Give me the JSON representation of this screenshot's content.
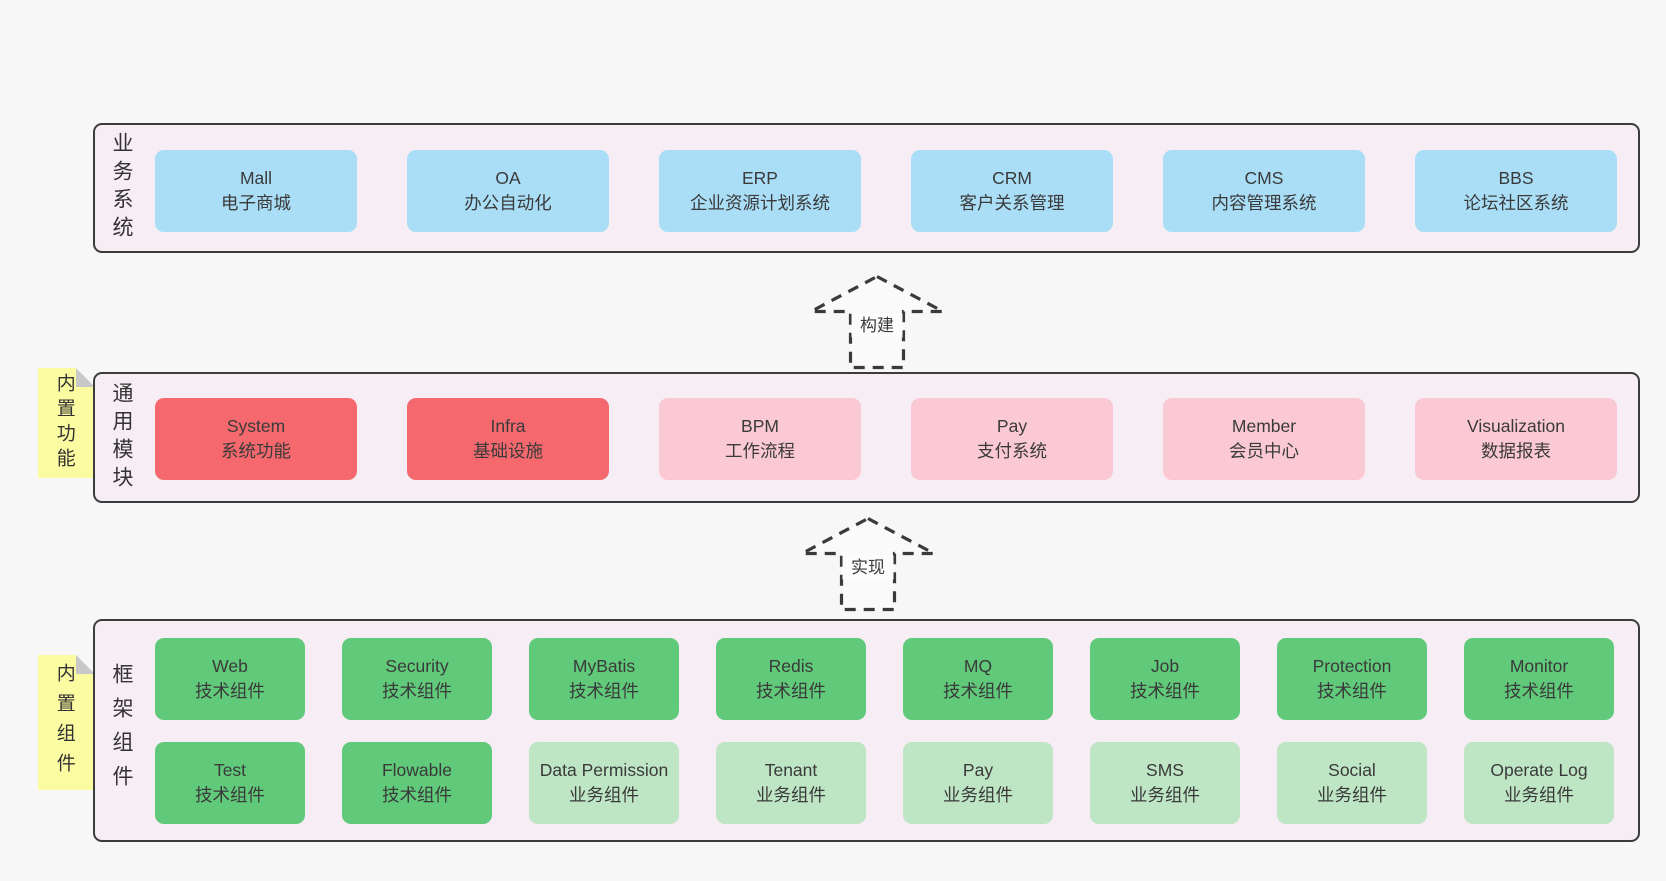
{
  "canvas": {
    "bg": "#f7f7f7",
    "text": "#3a3a3a"
  },
  "colors": {
    "panel_bg": "#f7edf5",
    "panel_border": "#3c3c3c",
    "blue_box": "#aadef7",
    "red_box": "#f5696e",
    "pink_box": "#fbc9d3",
    "green_box": "#60c97a",
    "light_green_box": "#bee5c4",
    "tag_bg": "#fbfba2",
    "tag_fold": "#c8c8c8"
  },
  "arrows": {
    "build": "构建",
    "implement": "实现"
  },
  "sections": {
    "business": {
      "label": "业务系统",
      "boxes": [
        {
          "en": "Mall",
          "zh": "电子商城"
        },
        {
          "en": "OA",
          "zh": "办公自动化"
        },
        {
          "en": "ERP",
          "zh": "企业资源计划系统"
        },
        {
          "en": "CRM",
          "zh": "客户关系管理"
        },
        {
          "en": "CMS",
          "zh": "内容管理系统"
        },
        {
          "en": "BBS",
          "zh": "论坛社区系统"
        }
      ]
    },
    "modules": {
      "label": "通用模块",
      "tag": "内置功能",
      "boxes": [
        {
          "en": "System",
          "zh": "系统功能",
          "variant": "red"
        },
        {
          "en": "Infra",
          "zh": "基础设施",
          "variant": "red"
        },
        {
          "en": "BPM",
          "zh": "工作流程",
          "variant": "pink"
        },
        {
          "en": "Pay",
          "zh": "支付系统",
          "variant": "pink"
        },
        {
          "en": "Member",
          "zh": "会员中心",
          "variant": "pink"
        },
        {
          "en": "Visualization",
          "zh": "数据报表",
          "variant": "pink"
        }
      ]
    },
    "framework": {
      "label": "框架组件",
      "tag": "内置组件",
      "row1": [
        {
          "en": "Web",
          "zh": "技术组件",
          "variant": "green"
        },
        {
          "en": "Security",
          "zh": "技术组件",
          "variant": "green"
        },
        {
          "en": "MyBatis",
          "zh": "技术组件",
          "variant": "green"
        },
        {
          "en": "Redis",
          "zh": "技术组件",
          "variant": "green"
        },
        {
          "en": "MQ",
          "zh": "技术组件",
          "variant": "green"
        },
        {
          "en": "Job",
          "zh": "技术组件",
          "variant": "green"
        },
        {
          "en": "Protection",
          "zh": "技术组件",
          "variant": "green"
        },
        {
          "en": "Monitor",
          "zh": "技术组件",
          "variant": "green"
        }
      ],
      "row2": [
        {
          "en": "Test",
          "zh": "技术组件",
          "variant": "green"
        },
        {
          "en": "Flowable",
          "zh": "技术组件",
          "variant": "green"
        },
        {
          "en": "Data Permission",
          "zh": "业务组件",
          "variant": "light-green"
        },
        {
          "en": "Tenant",
          "zh": "业务组件",
          "variant": "light-green"
        },
        {
          "en": "Pay",
          "zh": "业务组件",
          "variant": "light-green"
        },
        {
          "en": "SMS",
          "zh": "业务组件",
          "variant": "light-green"
        },
        {
          "en": "Social",
          "zh": "业务组件",
          "variant": "light-green"
        },
        {
          "en": "Operate Log",
          "zh": "业务组件",
          "variant": "light-green"
        }
      ]
    }
  }
}
